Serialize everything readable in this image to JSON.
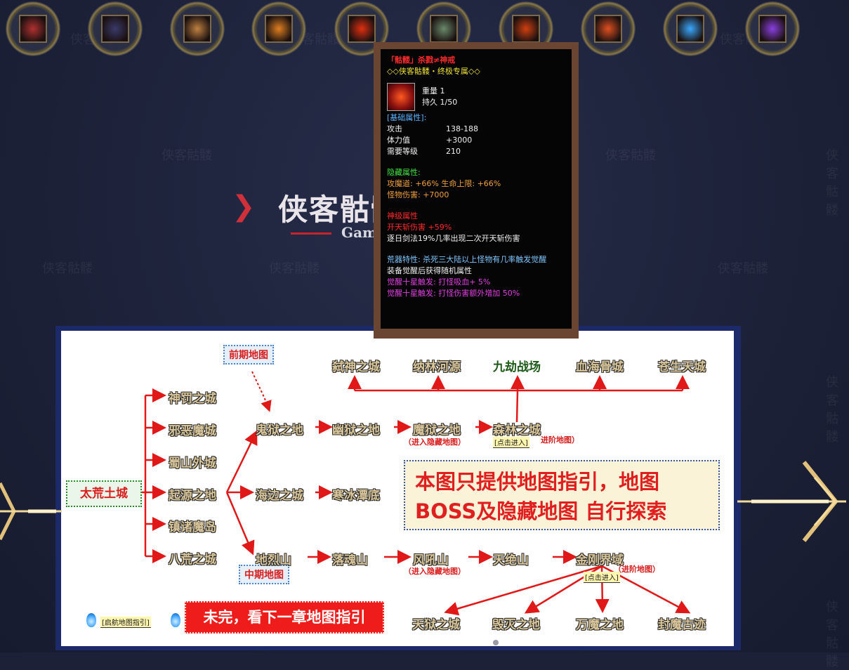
{
  "watermark_text": "侠客骷髅",
  "icons": [
    {
      "name": "helmet-armor-icon",
      "color": "#b03030"
    },
    {
      "name": "skull-mask-icon",
      "color": "#3a3a6a"
    },
    {
      "name": "ring-gem-icon",
      "color": "#c08040"
    },
    {
      "name": "fire-stars-icon",
      "color": "#e08020"
    },
    {
      "name": "red-fire-weapon-icon",
      "color": "#e03010"
    },
    {
      "name": "skull-green-icon",
      "color": "#6a8a6a"
    },
    {
      "name": "fire-demon-icon",
      "color": "#d04010"
    },
    {
      "name": "fire-claw-icon",
      "color": "#e05020"
    },
    {
      "name": "blue-star-icon",
      "color": "#3aa8ff"
    },
    {
      "name": "purple-orb-icon",
      "color": "#8a40e0"
    }
  ],
  "title": {
    "main": "侠客骷髅",
    "sub": "Gam"
  },
  "tooltip": {
    "name": "「骷髅」杀戮≠神戒",
    "subtitle": "◇◇侠客骷髅・终极专属◇◇",
    "weight": "重量 1",
    "durability": "持久 1/50",
    "basic_header": "[基础属性]:",
    "basic": [
      {
        "label": "攻击",
        "value": "138-188"
      },
      {
        "label": "体力值",
        "value": "+3000"
      },
      {
        "label": "需要等级",
        "value": "210"
      }
    ],
    "hidden_header": "隐藏属性:",
    "hidden_line1": "攻魔道:  +66%  生命上限:  +66%",
    "hidden_line2": "怪物伤害:  +7000",
    "god_header": "神级属性",
    "god_line1": "开天斩伤害  +59%",
    "god_line2": "逐日剑法19%几率出现二次开天斩伤害",
    "waste_line1": "荒器特性: 杀死三大陆以上怪物有几率触发觉醒",
    "waste_line2": "装备觉醒后获得随机属性",
    "awaken1": "觉醒十星触发: 打怪吸血+ 5%",
    "awaken2": "觉醒十星触发: 打怪伤害额外增加 50%"
  },
  "map": {
    "start": "太荒土城",
    "branch": [
      "神罚之城",
      "邪恶魔城",
      "蜀山外城",
      "起源之地",
      "镇诸魔岛",
      "八荒之城"
    ],
    "early_tag": "前期地图",
    "mid_tag": "中期地图",
    "row1": [
      "鬼狱之地",
      "幽狱之地",
      "魔狱之地",
      "森林之城"
    ],
    "row1_note": "（进入隐藏地图）",
    "row1_link": "[点击进入]",
    "row1_adv": "进阶地图）",
    "top_row": [
      "弑神之城",
      "纳林河源",
      "九劫战场",
      "血海骨城",
      "苍生天城"
    ],
    "row2": [
      "海边之城",
      "寒冰潭底"
    ],
    "row3": [
      "地烈山",
      "落魂山",
      "风吼山",
      "天绝山",
      "金刚界域"
    ],
    "row3_note": "（进入隐藏地图）",
    "row3_link": "[点击进入]",
    "row3_adv": "（进阶地图）",
    "bottom_row": [
      "天狱之城",
      "毁灭之地",
      "万魔之地",
      "封魔古迹"
    ],
    "info_line1": "本图只提供地图指引，地图",
    "info_line2": "BOSS及隐藏地图  自行探索",
    "guide_link": "[启航地图指引]",
    "unfinished": "未完，看下一章地图指引"
  }
}
